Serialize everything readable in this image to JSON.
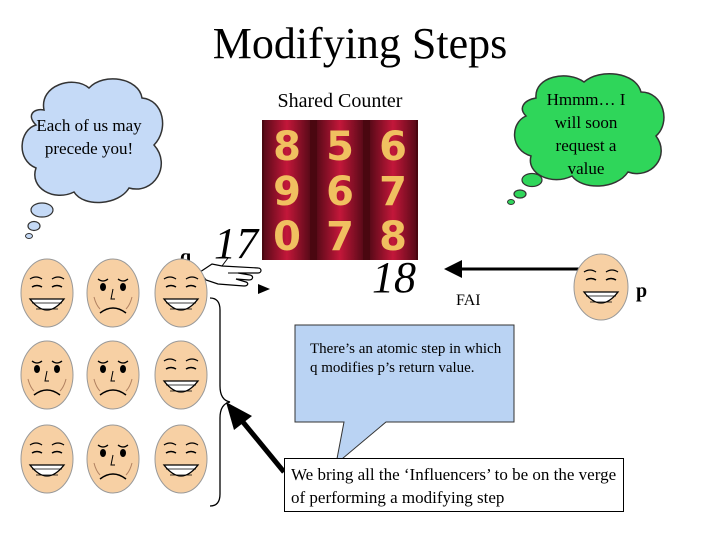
{
  "slide": {
    "title": "Modifying Steps",
    "counter_label": "Shared Counter",
    "left_thought": "Each of us may precede you!",
    "right_thought": "Hmmm… I will soon request a value",
    "q_label": "q",
    "p_label": "p",
    "q_value": "17",
    "counter_value": "18",
    "fai_label": "FAI",
    "callout_text": "There’s an atomic step in which q modifies p’s return value.",
    "box_text": "We bring all the ‘Influencers’ to be on the verge of performing a modifying step"
  },
  "colors": {
    "cloud_blue": "#c5daf7",
    "cloud_green": "#2fd65a",
    "callout_blue": "#bad3f3",
    "face": "#f7d0a4",
    "counter_red": "#b5122a"
  },
  "faces": [
    "happy",
    "sad",
    "happy",
    "sad",
    "sad",
    "happy",
    "happy",
    "sad",
    "happy"
  ]
}
